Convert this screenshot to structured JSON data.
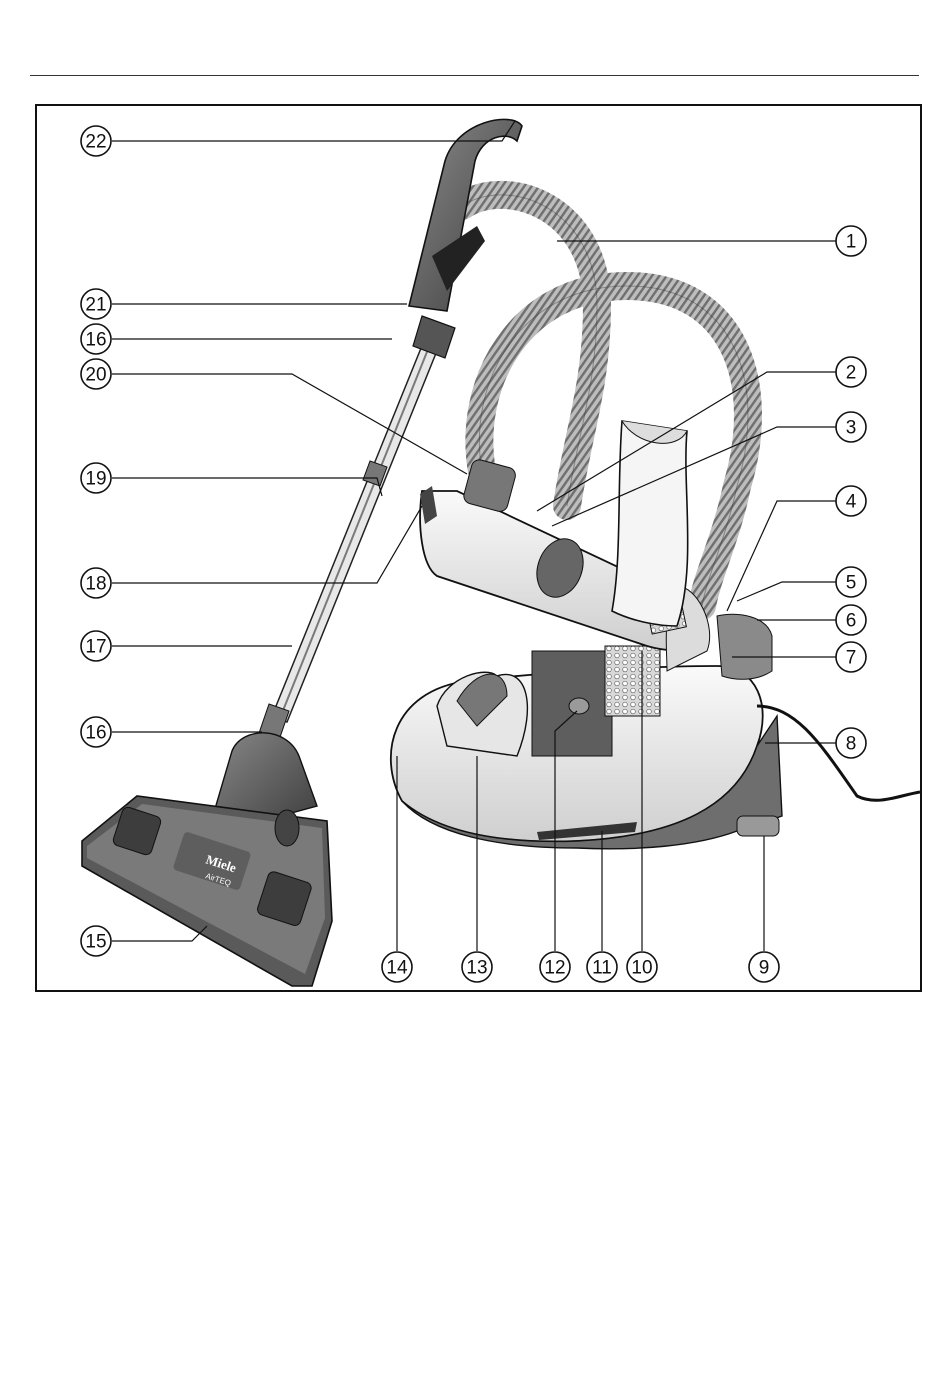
{
  "figure": {
    "brand_on_floorhead": "Miele",
    "model_on_floorhead": "AirTEQ",
    "callouts": {
      "c1": "1",
      "c2": "2",
      "c3": "3",
      "c4": "4",
      "c5": "5",
      "c6": "6",
      "c7": "7",
      "c8": "8",
      "c9": "9",
      "c10": "10",
      "c11": "11",
      "c12": "12",
      "c13": "13",
      "c14": "14",
      "c15": "15",
      "c16a": "16",
      "c16b": "16",
      "c17": "17",
      "c18": "18",
      "c19": "19",
      "c20": "20",
      "c21": "21",
      "c22": "22"
    },
    "colors": {
      "line": "#111111",
      "hose": "#9a9a9a",
      "body": "#f2f2f2",
      "dark": "#444444"
    }
  }
}
